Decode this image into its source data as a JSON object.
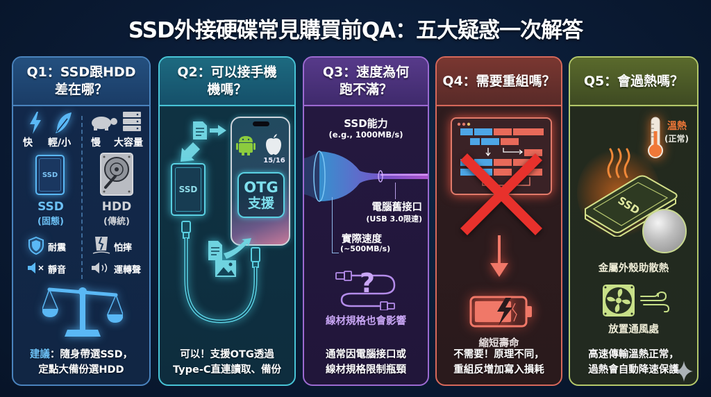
{
  "title": "SSD外接硬碟常見購買前QA：五大疑惑一次解答",
  "colors": {
    "background": "#0a1a33",
    "q1": "#4a83bd",
    "q2": "#48c4d6",
    "q3": "#9c6ad1",
    "q4": "#d6685a",
    "q5": "#b4c86a"
  },
  "cards": [
    {
      "id": "q1",
      "heading": [
        "Q1：SSD跟HDD",
        "差在哪？"
      ],
      "left": {
        "icons": [
          "lightning-icon",
          "feather-icon"
        ],
        "traits": [
          "快",
          "輕/小"
        ],
        "device_label": "SSD",
        "name": "SSD",
        "sub": "(固態)",
        "features": [
          {
            "icon": "shield-icon",
            "label": "耐震"
          },
          {
            "icon": "mute-speaker-icon",
            "label": "靜音"
          }
        ]
      },
      "right": {
        "icons": [
          "turtle-icon",
          "server-stack-icon"
        ],
        "traits": [
          "慢",
          "大容量"
        ],
        "name": "HDD",
        "sub": "(傳統)",
        "features": [
          {
            "icon": "broken-drive-icon",
            "label": "怕摔"
          },
          {
            "icon": "speaker-sound-icon",
            "label": "運轉聲"
          }
        ]
      },
      "footer_highlight": "建議",
      "footer_line1": "：隨身帶選SSD，",
      "footer_line2": "定點大備份選HDD"
    },
    {
      "id": "q2",
      "heading": [
        "Q2：可以接手機",
        "機嗎？"
      ],
      "ssd_label": "SSD",
      "ios_version": "15/16",
      "otg_badge": [
        "OTG",
        "支援"
      ],
      "footer_line1": "可以！支援OTG透過",
      "footer_line2": "Type-C直連讀取、備份"
    },
    {
      "id": "q3",
      "heading": [
        "Q3：速度為何",
        "跑不滿？"
      ],
      "capacity_label": "SSD能力",
      "capacity_value": "(e.g., 1000MB/s)",
      "port_label": "電腦舊接口",
      "port_value": "(USB 3.0限速)",
      "actual_label": "實際速度",
      "actual_value": "(~500MB/s)",
      "cable_note": "線材規格也會影響",
      "footer_line1": "通常因電腦接口或",
      "footer_line2": "線材規格限制瓶頸"
    },
    {
      "id": "q4",
      "heading": [
        "Q4：需要重組嗎？"
      ],
      "result_label": "縮短壽命",
      "footer_line1": "不需要！原理不同，",
      "footer_line2": "重組反增加寫入損耗"
    },
    {
      "id": "q5",
      "heading": [
        "Q5：會過熱嗎？"
      ],
      "temp_label": "溫熱",
      "temp_sub": "(正常)",
      "ssd_label": "SSD",
      "metal_label": "金屬外殼助散熱",
      "fan_label": "放置通風處",
      "footer_line1": "高速傳輸溫熱正常，",
      "footer_line2": "過熱會自動降速保護"
    }
  ]
}
